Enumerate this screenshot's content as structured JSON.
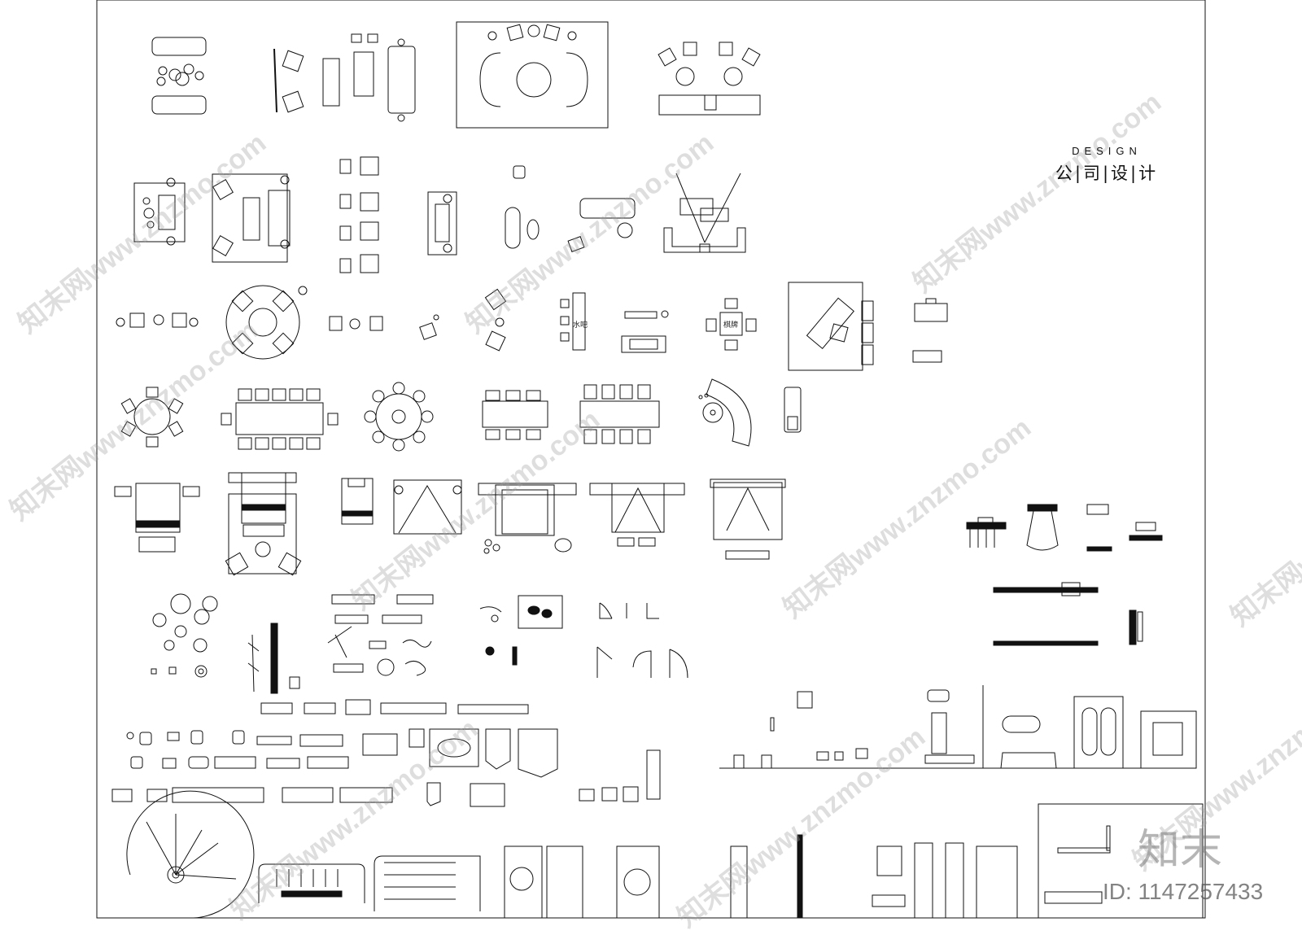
{
  "brand": {
    "en": "DESIGN",
    "cn": "公|司|设|计"
  },
  "labels": {
    "water_bar": "水吧",
    "chess_table": "棋牌"
  },
  "watermark": {
    "text": "知末网www.znzmo.com"
  },
  "corner": {
    "logo": "知末",
    "id": "ID: 1147257433"
  },
  "colors": {
    "line": "#111111",
    "watermark": "#a0a0a0"
  }
}
